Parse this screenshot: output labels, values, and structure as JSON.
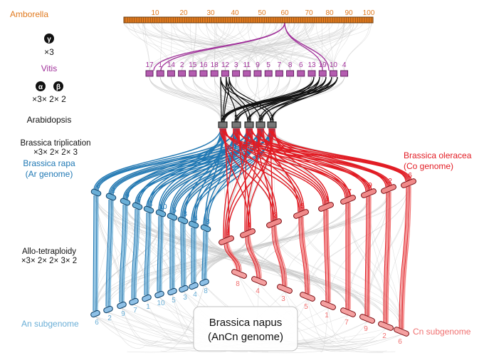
{
  "colors": {
    "amborella": "#e07a1f",
    "vitis": "#a0309a",
    "rapa": "#1f78b4",
    "rapa_light": "#6aaed6",
    "oleracea": "#e21b23",
    "oleracea_light": "#f07070",
    "synteny_gray": "#c8c8c8"
  },
  "amborella": {
    "label": "Amborella",
    "ticks": [
      "10",
      "20",
      "30",
      "40",
      "50",
      "60",
      "70",
      "80",
      "90",
      "100"
    ]
  },
  "events": {
    "gamma_glyph": "γ",
    "gamma_mult": "×3",
    "alpha_glyph": "α",
    "beta_glyph": "β",
    "alpha_beta_mult": "×3× 2× 2",
    "triplication_label": "Brassica triplication",
    "triplication_mult": "×3× 2× 2× 3",
    "allo_label": "Allo-tetraploidy",
    "allo_mult": "×3× 2× 2× 3× 2"
  },
  "vitis": {
    "label": "Vitis",
    "chromosomes": [
      "17",
      "1",
      "14",
      "2",
      "15",
      "16",
      "18",
      "12",
      "3",
      "11",
      "9",
      "5",
      "7",
      "8",
      "6",
      "13",
      "19",
      "10",
      "4"
    ]
  },
  "arabidopsis": {
    "label": "Arabidopsis",
    "chromosomes": [
      "1",
      "5",
      "4",
      "3",
      "2"
    ]
  },
  "rapa": {
    "label_line1": "Brassica rapa",
    "label_line2": "(Ar genome)",
    "chromosomes": [
      "6",
      "2",
      "9",
      "7",
      "1",
      "10",
      "5",
      "3",
      "4",
      "8"
    ]
  },
  "oleracea": {
    "label_line1": "Brassica oleracea",
    "label_line2": "(Co genome)",
    "chromosomes": [
      "8",
      "4",
      "3",
      "5",
      "1",
      "7",
      "9",
      "2",
      "6"
    ]
  },
  "napus": {
    "label_line1": "Brassica napus",
    "label_line2": "(AnCn genome)",
    "an_label": "An subgenome",
    "cn_label": "Cn subgenome",
    "an_chromosomes": [
      "6",
      "2",
      "9",
      "7",
      "1",
      "10",
      "5",
      "3",
      "4",
      "8"
    ],
    "cn_chromosomes": [
      "8",
      "4",
      "3",
      "5",
      "1",
      "7",
      "9",
      "2",
      "6"
    ]
  }
}
